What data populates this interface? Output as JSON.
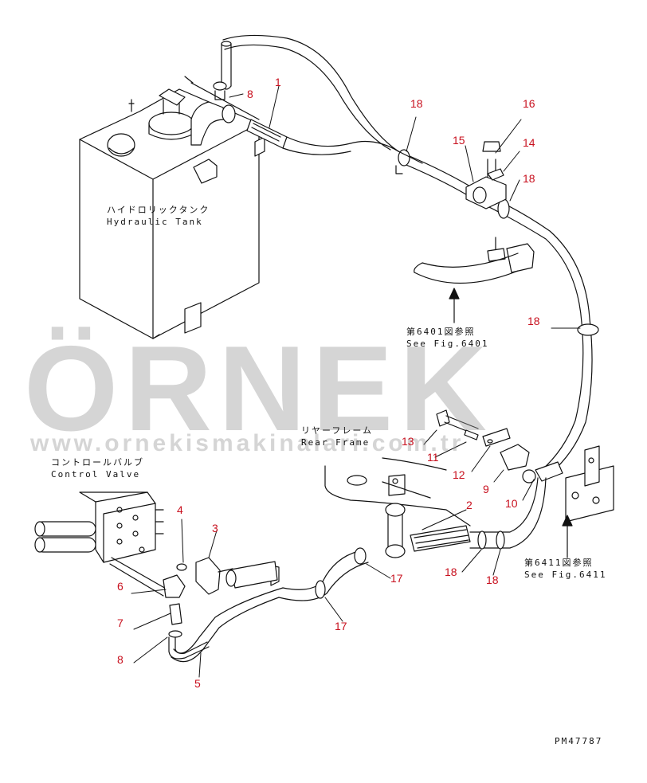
{
  "labels": {
    "hydraulic_tank_jp": "ハイドロリックタンク",
    "hydraulic_tank_en": "Hydraulic Tank",
    "rear_frame_jp": "リヤーフレーム",
    "rear_frame_en": "Rear Frame",
    "control_valve_jp": "コントロールバルブ",
    "control_valve_en": "Control Valve",
    "fig6401_jp": "第6401図参照",
    "fig6401_en": "See Fig.6401",
    "fig6411_jp": "第6411図参照",
    "fig6411_en": "See Fig.6411",
    "drawing_code": "PM47787"
  },
  "watermark": {
    "brand": "ÖRNEK",
    "url": "www.ornekismakinalari.com.tr"
  },
  "callouts": {
    "c1": "1",
    "c2": "2",
    "c3": "3",
    "c4": "4",
    "c5": "5",
    "c6": "6",
    "c7": "7",
    "c8a": "8",
    "c8b": "8",
    "c9": "9",
    "c10": "10",
    "c11": "11",
    "c12": "12",
    "c13": "13",
    "c14": "14",
    "c15": "15",
    "c16": "16",
    "c17a": "17",
    "c17b": "17",
    "c18a": "18",
    "c18b": "18",
    "c18c": "18",
    "c18d": "18",
    "c18e": "18"
  },
  "colors": {
    "callout": "#c8101e",
    "line": "#111111",
    "watermark": "#969696"
  }
}
